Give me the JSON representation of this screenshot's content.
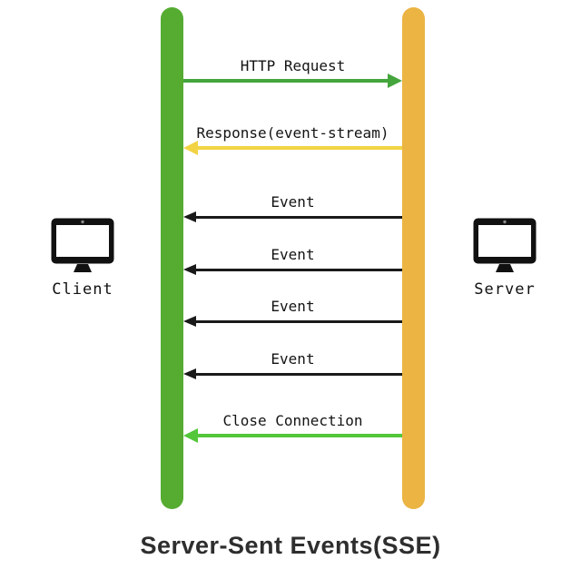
{
  "title": "Server-Sent Events(SSE)",
  "actors": {
    "client": {
      "label": "Client",
      "icon": "monitor-icon"
    },
    "server": {
      "label": "Server",
      "icon": "monitor-icon"
    }
  },
  "colors": {
    "client_lifeline": "#56ab31",
    "server_lifeline": "#ebb443",
    "request_arrow": "#44a53c",
    "response_arrow": "#f2d343",
    "event_arrow": "#1a1a1a",
    "close_arrow": "#53c63a",
    "title_text": "#2e2e2e"
  },
  "messages": [
    {
      "label": "HTTP Request",
      "direction": "right",
      "from": "client",
      "to": "server",
      "color": "#44a53c"
    },
    {
      "label": "Response(event-stream)",
      "direction": "left",
      "from": "server",
      "to": "client",
      "color": "#f2d343"
    },
    {
      "label": "Event",
      "direction": "left",
      "from": "server",
      "to": "client",
      "color": "#1a1a1a"
    },
    {
      "label": "Event",
      "direction": "left",
      "from": "server",
      "to": "client",
      "color": "#1a1a1a"
    },
    {
      "label": "Event",
      "direction": "left",
      "from": "server",
      "to": "client",
      "color": "#1a1a1a"
    },
    {
      "label": "Event",
      "direction": "left",
      "from": "server",
      "to": "client",
      "color": "#1a1a1a"
    },
    {
      "label": "Close Connection",
      "direction": "left",
      "from": "server",
      "to": "client",
      "color": "#53c63a"
    }
  ]
}
